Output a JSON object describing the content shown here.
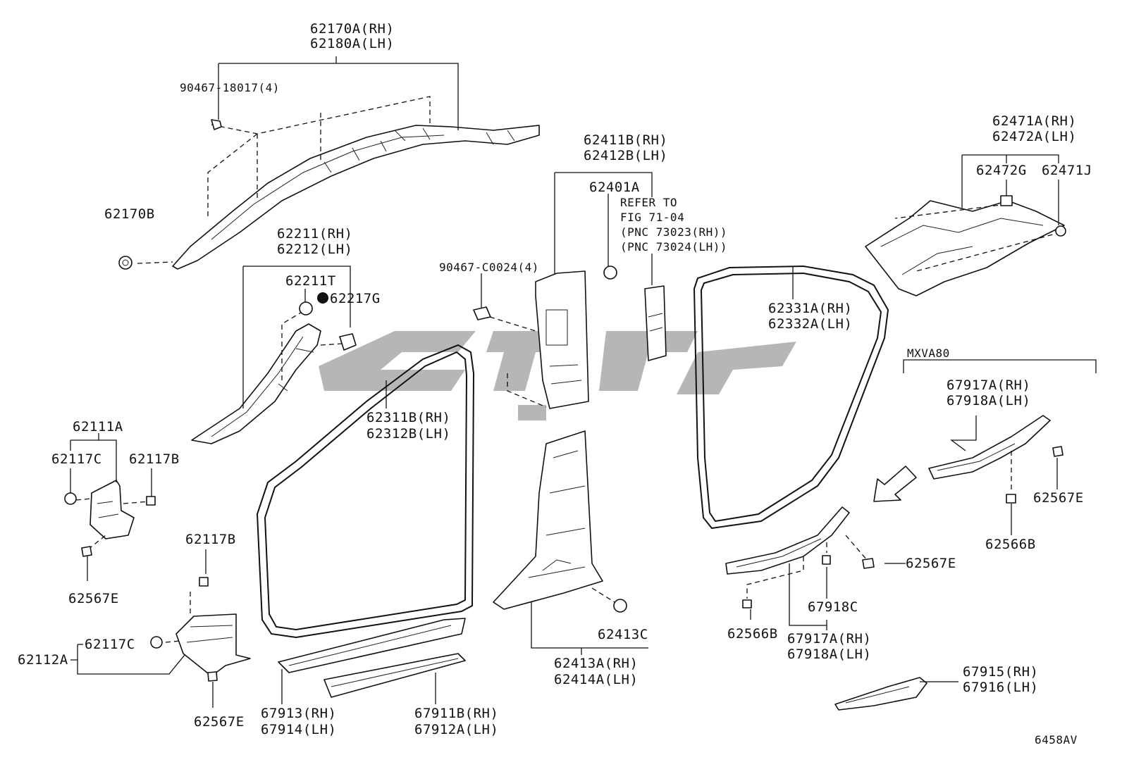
{
  "labels": {
    "l62170A_rh": "62170A(RH)",
    "l62180A_lh": "62180A(LH)",
    "l90467_18017": "90467-18017(4)",
    "l62170B": "62170B",
    "l62211_rh": "62211(RH)",
    "l62212_lh": "62212(LH)",
    "l62211T": "62211T",
    "l62217G": "62217G",
    "l62111A": "62111A",
    "l62117C_a": "62117C",
    "l62117B_a": "62117B",
    "l62567E_a": "62567E",
    "l62117B_b": "62117B",
    "l62117C_b": "62117C",
    "l62112A": "62112A",
    "l62567E_b": "62567E",
    "l90467_C0024": "90467-C0024(4)",
    "l62411B_rh": "62411B(RH)",
    "l62412B_lh": "62412B(LH)",
    "l62401A": "62401A",
    "refer1": "REFER TO",
    "refer2": "FIG 71-04",
    "refer3": "(PNC 73023(RH))",
    "refer4": "(PNC 73024(LH))",
    "l62311B_rh": "62311B(RH)",
    "l62312B_lh": "62312B(LH)",
    "l67913_rh": "67913(RH)",
    "l67914_lh": "67914(LH)",
    "l67911B_rh": "67911B(RH)",
    "l67912A_lh": "67912A(LH)",
    "l62413C": "62413C",
    "l62413A_rh": "62413A(RH)",
    "l62414A_lh": "62414A(LH)",
    "l62331A_rh": "62331A(RH)",
    "l62332A_lh": "62332A(LH)",
    "l62471A_rh": "62471A(RH)",
    "l62472A_lh": "62472A(LH)",
    "l62472G": "62472G",
    "l62471J": "62471J",
    "mxva80": "MXVA80",
    "l67917A_rh_a": "67917A(RH)",
    "l67918A_lh_a": "67918A(LH)",
    "l62567E_c": "62567E",
    "l62566B_a": "62566B",
    "l62567E_d": "62567E",
    "l67918C": "67918C",
    "l62566B_b": "62566B",
    "l67917A_rh_b": "67917A(RH)",
    "l67918A_lh_b": "67918A(LH)",
    "l67915_rh": "67915(RH)",
    "l67916_lh": "67916(LH)",
    "fig_code": "6458AV"
  },
  "colors": {
    "line": "#111111",
    "watermark": "#9a9a9a",
    "background": "#ffffff"
  }
}
